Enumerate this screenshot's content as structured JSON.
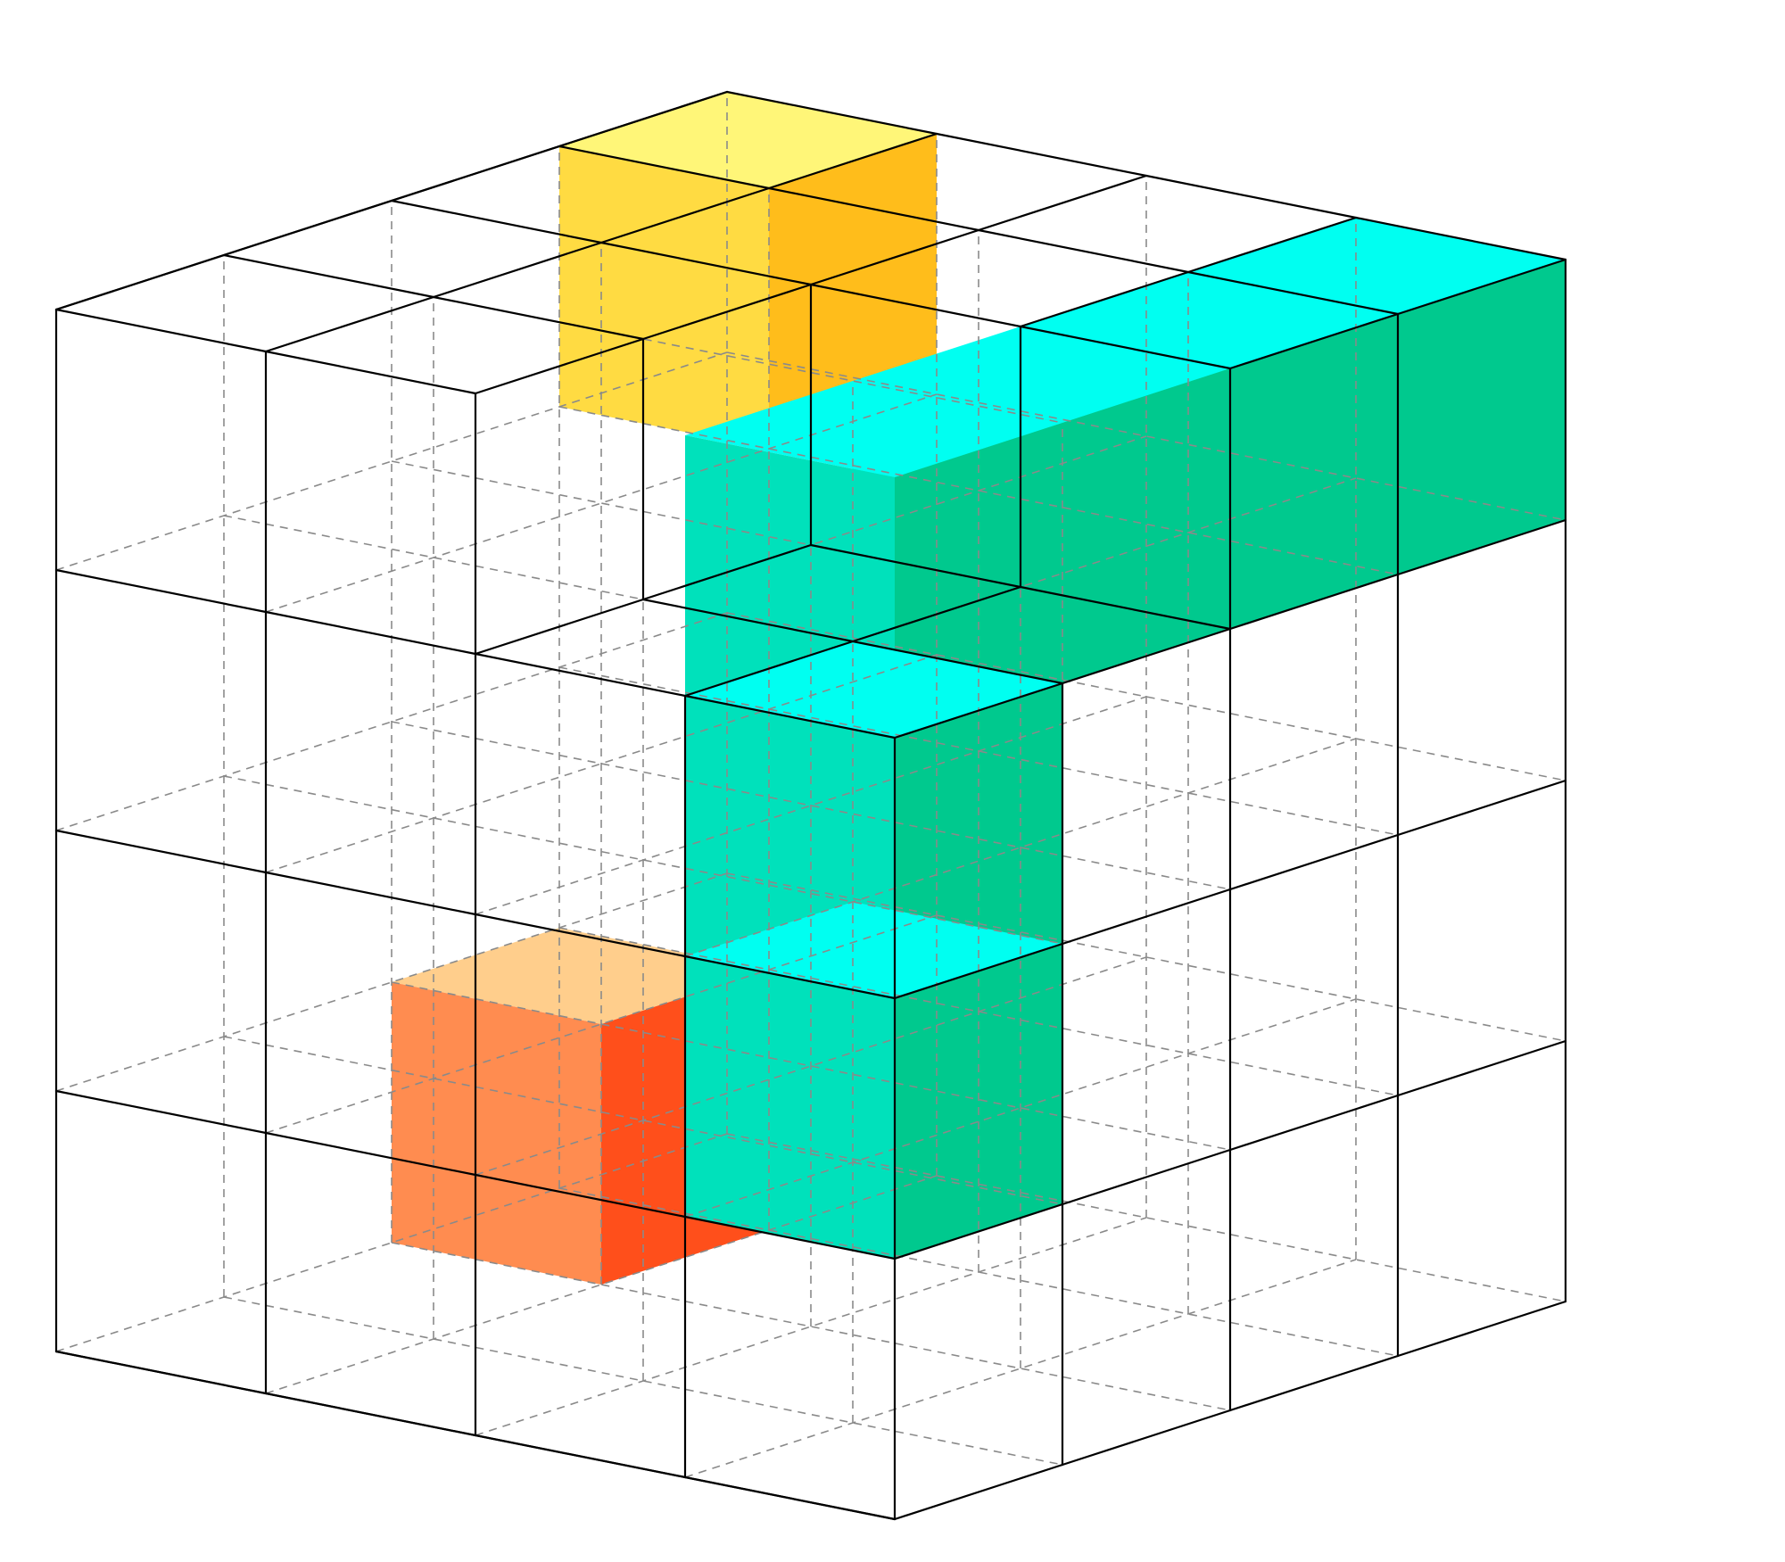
{
  "grid": {
    "columns": 4,
    "depth": 4,
    "layers": 4
  },
  "colors": {
    "grid_solid": "#000000",
    "grid_hidden": "#8a8a8a",
    "yellow_top": "#FFF678",
    "yellow_front": "#FFDB42",
    "yellow_side": "#FFBD1B",
    "orange_top": "#FFCE8C",
    "orange_front": "#FF8C50",
    "orange_side": "#FF4F1B",
    "cyan_top": "#00FFF1",
    "teal_front": "#00E1BB",
    "teal_side": "#00C98E"
  },
  "highlighted_cells": [
    {
      "name": "yellow-cell",
      "column": 0,
      "depth": 3,
      "layer": 3,
      "top": "yellow_top",
      "front": "yellow_front",
      "side": "yellow_side"
    },
    {
      "name": "orange-cell",
      "column": 0,
      "depth": 2,
      "layer": 0,
      "top": "orange_top",
      "front": "orange_front",
      "side": "orange_side"
    },
    {
      "name": "teal-cell",
      "column": 3,
      "depth": 3,
      "layer": 3,
      "top": "cyan_top",
      "front": "teal_front",
      "side": "teal_side"
    },
    {
      "name": "teal-cell",
      "column": 3,
      "depth": 2,
      "layer": 3,
      "top": "cyan_top",
      "front": "teal_front",
      "side": "teal_side"
    },
    {
      "name": "teal-cell",
      "column": 3,
      "depth": 1,
      "layer": 3,
      "top": "cyan_top",
      "front": "teal_front",
      "side": "teal_side"
    },
    {
      "name": "teal-cell",
      "column": 3,
      "depth": 0,
      "layer": 3,
      "top": "cyan_top",
      "front": "teal_front",
      "side": "teal_side"
    },
    {
      "name": "teal-cell",
      "column": 3,
      "depth": 0,
      "layer": 2,
      "top": "cyan_top",
      "front": "teal_front",
      "side": "teal_side"
    },
    {
      "name": "teal-cell",
      "column": 3,
      "depth": 0,
      "layer": 1,
      "top": "cyan_top",
      "front": "teal_front",
      "side": "teal_side"
    }
  ]
}
